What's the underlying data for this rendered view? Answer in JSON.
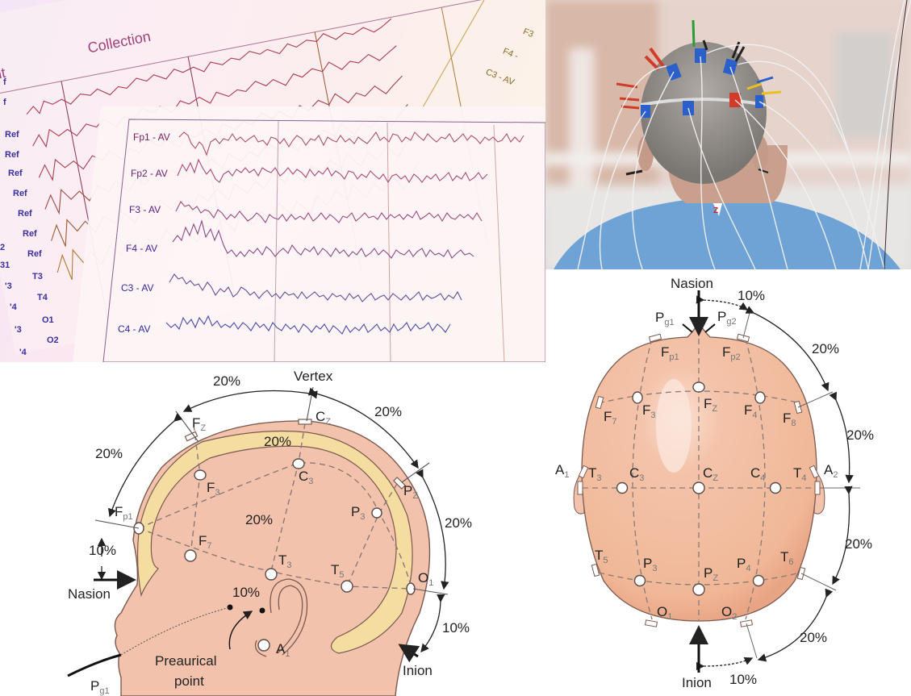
{
  "eeg_paper": {
    "back_sheet": {
      "header_words": [
        "tient",
        "Collection"
      ],
      "left_labels": [
        "Ref",
        "Ref",
        "Ref",
        "Ref",
        "Ref",
        "Ref",
        "Ref",
        "T3",
        "T4",
        "O1",
        "O2"
      ],
      "far_left_labels": [
        "f",
        "f",
        "2",
        "31",
        "'3",
        "'4",
        "'3",
        "'4"
      ],
      "right_labels": [
        "F3",
        "F4 -",
        "C3 - AV"
      ]
    },
    "front_sheet": {
      "channels": [
        "Fp1 - AV",
        "Fp2 - AV",
        "F3 - AV",
        "F4 - AV",
        "C3 - AV",
        "C4 - AV"
      ]
    },
    "colors": {
      "trace_purple": "#5b3fa0",
      "trace_red": "#c0404a",
      "trace_orange": "#c07a30"
    }
  },
  "patient_photo": {
    "description": "Back of a patient's head with EEG electrodes and wires attached",
    "shirt_tag": "Z",
    "colors": {
      "shirt": "#6fa3d6",
      "hair": "#8c8c8c",
      "electrode_blue": "#2b5fc9",
      "electrode_red": "#d23a2a",
      "electrode_yellow": "#e8c21c",
      "electrode_green": "#2d9a3a"
    }
  },
  "side_view": {
    "labels": {
      "vertex": "Vertex",
      "nasion": "Nasion",
      "inion": "Inion",
      "preaurical": "Preaurical",
      "preaurical2": "point"
    },
    "electrodes": [
      {
        "main": "F",
        "sub": "Z"
      },
      {
        "main": "C",
        "sub": "Z"
      },
      {
        "main": "P",
        "sub": "Z"
      },
      {
        "main": "F",
        "sub": "p1"
      },
      {
        "main": "F",
        "sub": "3"
      },
      {
        "main": "C",
        "sub": "3"
      },
      {
        "main": "P",
        "sub": "3"
      },
      {
        "main": "F",
        "sub": "7"
      },
      {
        "main": "T",
        "sub": "3"
      },
      {
        "main": "T",
        "sub": "5"
      },
      {
        "main": "O",
        "sub": "1"
      },
      {
        "main": "A",
        "sub": "1"
      },
      {
        "main": "P",
        "sub": "g1"
      }
    ],
    "percentages": {
      "fz_cz": "20%",
      "fp1_fz": "20%",
      "cz_pz": "20%",
      "pz_o1": "20%",
      "inner_arc": "20%",
      "mid_coronal": "20%",
      "nasion_fp1": "10%",
      "o1_inion": "10%",
      "t3_preaurical": "10%"
    }
  },
  "top_view": {
    "labels": {
      "nasion": "Nasion",
      "inion": "Inion"
    },
    "electrodes": [
      {
        "main": "P",
        "sub": "g1"
      },
      {
        "main": "P",
        "sub": "g2"
      },
      {
        "main": "F",
        "sub": "p1"
      },
      {
        "main": "F",
        "sub": "p2"
      },
      {
        "main": "F",
        "sub": "7"
      },
      {
        "main": "F",
        "sub": "3"
      },
      {
        "main": "F",
        "sub": "Z"
      },
      {
        "main": "F",
        "sub": "4"
      },
      {
        "main": "F",
        "sub": "8"
      },
      {
        "main": "A",
        "sub": "1"
      },
      {
        "main": "T",
        "sub": "3"
      },
      {
        "main": "C",
        "sub": "3"
      },
      {
        "main": "C",
        "sub": "Z"
      },
      {
        "main": "C",
        "sub": "4"
      },
      {
        "main": "T",
        "sub": "4"
      },
      {
        "main": "A",
        "sub": "2"
      },
      {
        "main": "T",
        "sub": "5"
      },
      {
        "main": "P",
        "sub": "3"
      },
      {
        "main": "P",
        "sub": "Z"
      },
      {
        "main": "P",
        "sub": "4"
      },
      {
        "main": "T",
        "sub": "6"
      },
      {
        "main": "O",
        "sub": "1"
      },
      {
        "main": "O",
        "sub": "2"
      }
    ],
    "percentages": {
      "nasion_fp2": "10%",
      "fp2_f8": "20%",
      "f8_t4": "20%",
      "t4_t6": "20%",
      "t6_o2": "20%",
      "o2_inion": "10%"
    }
  },
  "colors": {
    "skin": "#f2c2ad",
    "skin_dark": "#e8a585",
    "bone": "#f5dca0",
    "outline": "#7a5a50",
    "dash": "#8a7a76",
    "text": "#222222",
    "subscript": "#777777"
  }
}
